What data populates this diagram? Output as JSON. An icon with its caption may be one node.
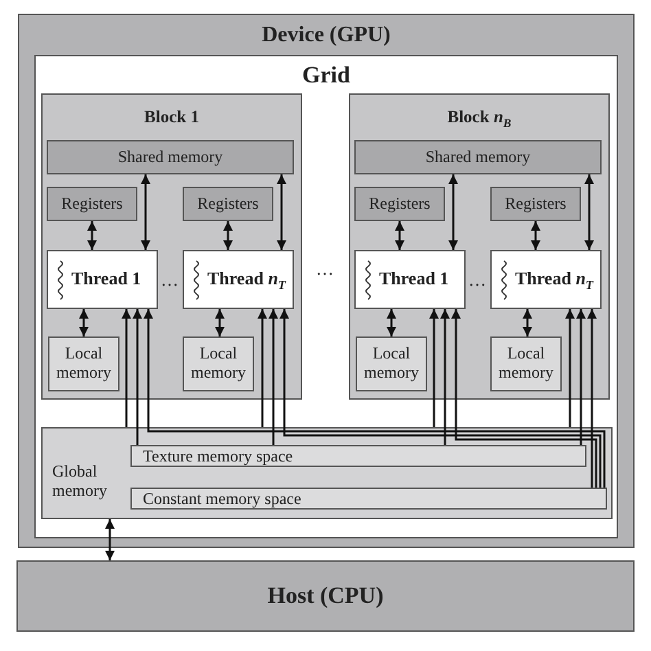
{
  "diagram": {
    "nodes": [
      {
        "text": [
          "Device (GPU)"
        ]
      },
      {
        "text": [
          "Grid"
        ],
        "in": 0
      },
      {
        "text": [
          "Block 1"
        ],
        "in": 1
      },
      {
        "text": [
          "Shared memory"
        ],
        "in": 2
      },
      {
        "text": [
          "Registers"
        ],
        "in": 2
      },
      {
        "text": [
          "Thread 1"
        ],
        "in": 2
      },
      {
        "text": [
          "Local memory"
        ],
        "in": 2
      },
      {
        "text": [
          "Registers"
        ],
        "in": 2
      },
      {
        "text": [
          "Thread *n*$_{T}$"
        ],
        "in": 2
      },
      {
        "text": [
          "Local memory"
        ],
        "in": 2
      },
      {
        "text": [
          "Block *n*$_{B}$"
        ],
        "in": 1
      },
      {
        "text": [
          "Shared memory"
        ],
        "in": 10
      },
      {
        "text": [
          "Registers"
        ],
        "in": 10
      },
      {
        "text": [
          "Thread 1"
        ],
        "in": 10
      },
      {
        "text": [
          "Local memory"
        ],
        "in": 10
      },
      {
        "text": [
          "Registers"
        ],
        "in": 10
      },
      {
        "text": [
          "Thread *n*$_{T}$"
        ],
        "in": 10
      },
      {
        "text": [
          "Local memory"
        ],
        "in": 10
      },
      {
        "text": [
          "Global memory"
        ],
        "in": 1
      },
      {
        "text": [
          "Texture memory space"
        ],
        "in": 18
      },
      {
        "text": [
          "Constant memory space"
        ],
        "in": 18
      },
      {
        "text": [
          "Host (CPU)"
        ]
      }
    ],
    "edges": [
      {
        "from": 4,
        "to": 5,
        "arrow": "both"
      },
      {
        "from": 3,
        "to": 5,
        "arrow": "both"
      },
      {
        "from": 5,
        "to": 6,
        "arrow": "both"
      },
      {
        "from": 18,
        "to": 5,
        "arrow": "to"
      },
      {
        "from": 19,
        "to": 5,
        "arrow": "to"
      },
      {
        "from": 20,
        "to": 5,
        "arrow": "to"
      },
      {
        "from": 7,
        "to": 8,
        "arrow": "both"
      },
      {
        "from": 3,
        "to": 8,
        "arrow": "both"
      },
      {
        "from": 8,
        "to": 9,
        "arrow": "both"
      },
      {
        "from": 18,
        "to": 8,
        "arrow": "to"
      },
      {
        "from": 19,
        "to": 8,
        "arrow": "to"
      },
      {
        "from": 20,
        "to": 8,
        "arrow": "to"
      },
      {
        "from": 12,
        "to": 13,
        "arrow": "both"
      },
      {
        "from": 11,
        "to": 13,
        "arrow": "both"
      },
      {
        "from": 13,
        "to": 14,
        "arrow": "both"
      },
      {
        "from": 18,
        "to": 13,
        "arrow": "to"
      },
      {
        "from": 19,
        "to": 13,
        "arrow": "to"
      },
      {
        "from": 20,
        "to": 13,
        "arrow": "to"
      },
      {
        "from": 15,
        "to": 16,
        "arrow": "both"
      },
      {
        "from": 11,
        "to": 16,
        "arrow": "both"
      },
      {
        "from": 16,
        "to": 17,
        "arrow": "both"
      },
      {
        "from": 18,
        "to": 16,
        "arrow": "to"
      },
      {
        "from": 19,
        "to": 16,
        "arrow": "to"
      },
      {
        "from": 20,
        "to": 16,
        "arrow": "to"
      },
      {
        "from": 18,
        "to": 21,
        "arrow": "both"
      }
    ],
    "labels": [
      "…",
      "…",
      "…"
    ]
  }
}
